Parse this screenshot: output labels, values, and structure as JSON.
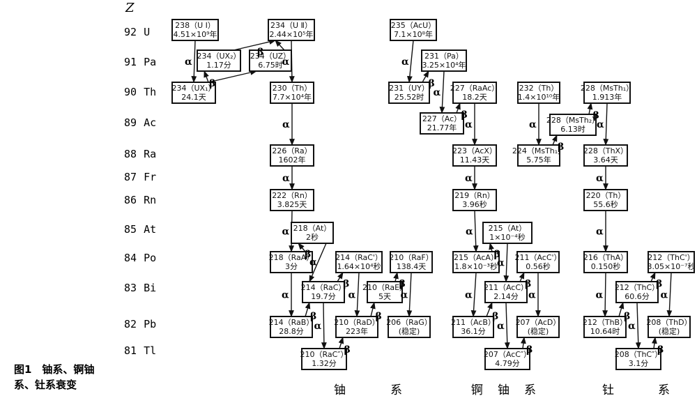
{
  "z_symbol": "Z",
  "elements": [
    {
      "z": "92",
      "sym": "U"
    },
    {
      "z": "91",
      "sym": "Pa"
    },
    {
      "z": "90",
      "sym": "Th"
    },
    {
      "z": "89",
      "sym": "Ac"
    },
    {
      "z": "88",
      "sym": "Ra"
    },
    {
      "z": "87",
      "sym": "Fr"
    },
    {
      "z": "86",
      "sym": "Rn"
    },
    {
      "z": "85",
      "sym": "At"
    },
    {
      "z": "84",
      "sym": "Po"
    },
    {
      "z": "83",
      "sym": "Bi"
    },
    {
      "z": "82",
      "sym": "Pb"
    },
    {
      "z": "81",
      "sym": "Tl"
    }
  ],
  "caption": [
    "图1　铀系、锕铀",
    "系、钍系衰变"
  ],
  "series_labels": [
    "铀",
    "系",
    "锕",
    "铀",
    "系",
    "钍",
    "系"
  ],
  "nuclides": [
    {
      "id": "u238",
      "l1": "238（U Ⅰ）",
      "l2": "4.51×10⁹年"
    },
    {
      "id": "u234",
      "l1": "234（U Ⅱ）",
      "l2": "2.44×10⁵年"
    },
    {
      "id": "uX2",
      "l1": "234（UX₂）",
      "l2": "1.17分"
    },
    {
      "id": "uZ",
      "l1": "234（UZ）",
      "l2": "6.75时"
    },
    {
      "id": "uX1",
      "l1": "234（UX₁）",
      "l2": "24.1天"
    },
    {
      "id": "th230",
      "l1": "230（Th）",
      "l2": "7.7×10⁴年"
    },
    {
      "id": "ra226",
      "l1": "226（Ra）",
      "l2": "1602年"
    },
    {
      "id": "rn222",
      "l1": "222（Rn）",
      "l2": "3.825天"
    },
    {
      "id": "at218",
      "l1": "218（At）",
      "l2": "2秒"
    },
    {
      "id": "raA",
      "l1": "218（RaA）",
      "l2": "3分"
    },
    {
      "id": "raC1",
      "l1": "214（RaC'）",
      "l2": "1.64×10⁴秒"
    },
    {
      "id": "raF",
      "l1": "210（RaF）",
      "l2": "138.4天"
    },
    {
      "id": "raC",
      "l1": "214（RaC）",
      "l2": "19.7分"
    },
    {
      "id": "raE",
      "l1": "210（RaE）",
      "l2": "5天"
    },
    {
      "id": "raB",
      "l1": "214（RaB）",
      "l2": "28.8分"
    },
    {
      "id": "raD",
      "l1": "210（RaD）",
      "l2": "223年"
    },
    {
      "id": "raG",
      "l1": "206（RaG）",
      "l2": "(稳定)"
    },
    {
      "id": "raC2",
      "l1": "210（RaC″）",
      "l2": "1.32分"
    },
    {
      "id": "acU",
      "l1": "235（AcU）",
      "l2": "7.1×10⁸年"
    },
    {
      "id": "pa231",
      "l1": "231（Pa）",
      "l2": "3.25×10⁴年"
    },
    {
      "id": "uY",
      "l1": "231（UY）",
      "l2": "25.52时"
    },
    {
      "id": "raAc",
      "l1": "227（RaAc）",
      "l2": "18.2天"
    },
    {
      "id": "ac227",
      "l1": "227（Ac）",
      "l2": "21.77年"
    },
    {
      "id": "acX",
      "l1": "223（AcX）",
      "l2": "11.43天"
    },
    {
      "id": "rn219",
      "l1": "219（Rn）",
      "l2": "3.96秒"
    },
    {
      "id": "at215",
      "l1": "215（At）",
      "l2": "1×10⁻⁴秒"
    },
    {
      "id": "acA",
      "l1": "215（AcA）",
      "l2": "1.8×10⁻³秒"
    },
    {
      "id": "acC1",
      "l1": "211（AcC'）",
      "l2": "0.56秒"
    },
    {
      "id": "acC",
      "l1": "211（AcC）",
      "l2": "2.14分"
    },
    {
      "id": "acB",
      "l1": "211（AcB）",
      "l2": "36.1分"
    },
    {
      "id": "acD",
      "l1": "207（AcD）",
      "l2": "(稳定)"
    },
    {
      "id": "acC2",
      "l1": "207（AcC″）",
      "l2": "4.79分"
    },
    {
      "id": "th232",
      "l1": "232（Th）",
      "l2": "1.4×10¹⁰年"
    },
    {
      "id": "msTh1",
      "l1": "228（MsTh₁）",
      "l2": "1.913年"
    },
    {
      "id": "msTh2",
      "l1": "228（MsTh₂）",
      "l2": "6.13时"
    },
    {
      "id": "ra224",
      "l1": "224（MsTh₁）",
      "l2": "5.75年"
    },
    {
      "id": "thX",
      "l1": "228（ThX）",
      "l2": "3.64天"
    },
    {
      "id": "rn220",
      "l1": "220（Th）",
      "l2": "55.6秒"
    },
    {
      "id": "thA",
      "l1": "216（ThA）",
      "l2": "0.150秒"
    },
    {
      "id": "thC1",
      "l1": "212（ThC'）",
      "l2": "3.05×10⁻⁷秒"
    },
    {
      "id": "thC",
      "l1": "212（ThC）",
      "l2": "60.6分"
    },
    {
      "id": "thB",
      "l1": "212（ThB）",
      "l2": "10.64时"
    },
    {
      "id": "thD",
      "l1": "208（ThD）",
      "l2": "(稳定)"
    },
    {
      "id": "thC2",
      "l1": "208（ThC″）",
      "l2": "3.1分"
    }
  ],
  "decays": [
    {
      "from": "u238",
      "to": "uX1",
      "type": "α"
    },
    {
      "from": "uX1",
      "to": "uX2",
      "type": "β"
    },
    {
      "from": "uX2",
      "to": "u234",
      "type": "β"
    },
    {
      "from": "uX1",
      "to": "uZ",
      "type": ""
    },
    {
      "from": "uZ",
      "to": "u234",
      "type": ""
    },
    {
      "from": "u234",
      "to": "th230",
      "type": "α"
    },
    {
      "from": "th230",
      "to": "ra226",
      "type": "α"
    },
    {
      "from": "ra226",
      "to": "rn222",
      "type": "α"
    },
    {
      "from": "rn222",
      "to": "raA",
      "type": "α"
    },
    {
      "from": "raA",
      "to": "at218",
      "type": "β"
    },
    {
      "from": "at218",
      "to": "raC",
      "type": "α"
    },
    {
      "from": "raA",
      "to": "raB",
      "type": "α"
    },
    {
      "from": "raB",
      "to": "raC",
      "type": "β"
    },
    {
      "from": "raC",
      "to": "raC1",
      "type": "β"
    },
    {
      "from": "raC",
      "to": "raC2",
      "type": "α"
    },
    {
      "from": "raC1",
      "to": "raD",
      "type": "α"
    },
    {
      "from": "raC2",
      "to": "raD",
      "type": "β"
    },
    {
      "from": "raD",
      "to": "raE",
      "type": "β"
    },
    {
      "from": "raE",
      "to": "raF",
      "type": "β"
    },
    {
      "from": "raF",
      "to": "raG",
      "type": "α"
    },
    {
      "from": "acU",
      "to": "uY",
      "type": "α"
    },
    {
      "from": "uY",
      "to": "pa231",
      "type": "β"
    },
    {
      "from": "pa231",
      "to": "ac227",
      "type": "α"
    },
    {
      "from": "ac227",
      "to": "raAc",
      "type": "β"
    },
    {
      "from": "raAc",
      "to": "acX",
      "type": "α"
    },
    {
      "from": "acX",
      "to": "rn219",
      "type": "α"
    },
    {
      "from": "rn219",
      "to": "acA",
      "type": "α"
    },
    {
      "from": "acA",
      "to": "at215",
      "type": "β"
    },
    {
      "from": "at215",
      "to": "acC",
      "type": "α"
    },
    {
      "from": "acA",
      "to": "acB",
      "type": "α"
    },
    {
      "from": "acB",
      "to": "acC",
      "type": "β"
    },
    {
      "from": "acC",
      "to": "acC1",
      "type": "β"
    },
    {
      "from": "acC",
      "to": "acC2",
      "type": "α"
    },
    {
      "from": "acC1",
      "to": "acD",
      "type": "α"
    },
    {
      "from": "acC2",
      "to": "acD",
      "type": "β"
    },
    {
      "from": "th232",
      "to": "ra224",
      "type": "α"
    },
    {
      "from": "ra224",
      "to": "msTh2",
      "type": "β"
    },
    {
      "from": "msTh2",
      "to": "msTh1",
      "type": "β"
    },
    {
      "from": "msTh1",
      "to": "thX",
      "type": "α"
    },
    {
      "from": "thX",
      "to": "rn220",
      "type": "α"
    },
    {
      "from": "rn220",
      "to": "thA",
      "type": "α"
    },
    {
      "from": "thA",
      "to": "thB",
      "type": "α"
    },
    {
      "from": "thB",
      "to": "thC",
      "type": "β"
    },
    {
      "from": "thC",
      "to": "thC1",
      "type": "β"
    },
    {
      "from": "thC",
      "to": "thC2",
      "type": "α"
    },
    {
      "from": "thC1",
      "to": "thD",
      "type": "α"
    },
    {
      "from": "thC2",
      "to": "thD",
      "type": "β"
    }
  ]
}
